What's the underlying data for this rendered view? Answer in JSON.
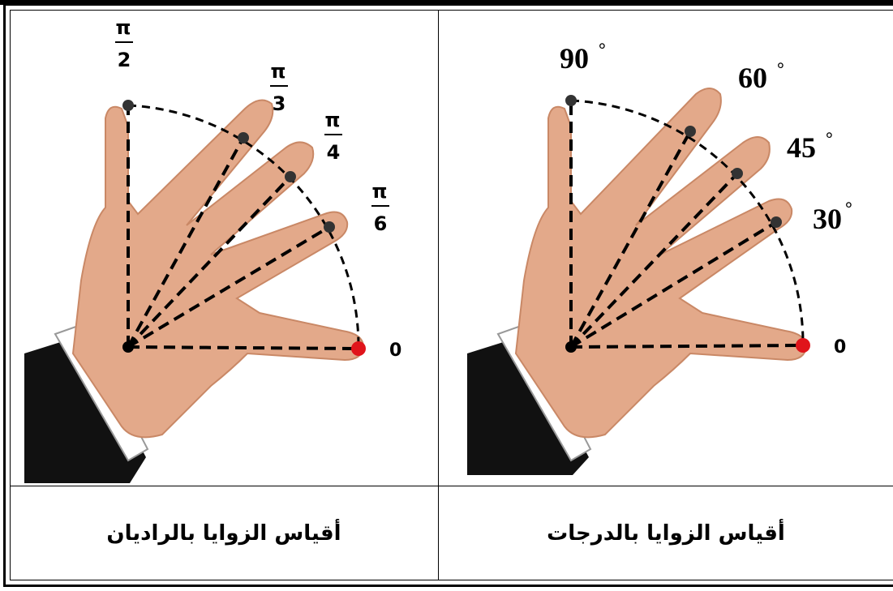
{
  "radian_panel": {
    "caption": "أقياس الزوايا بالراديان",
    "labels": [
      {
        "num": "π",
        "den": "2"
      },
      {
        "num": "π",
        "den": "3"
      },
      {
        "num": "π",
        "den": "4"
      },
      {
        "num": "π",
        "den": "6"
      }
    ],
    "zero": "0"
  },
  "degree_panel": {
    "caption": "أقياس الزوايا بالدرجات",
    "labels": [
      "90",
      "60",
      "45",
      "30"
    ],
    "degree_symbol": "°",
    "zero": "0"
  },
  "colors": {
    "skin": "#E3A98A",
    "skin_shadow": "#C98866",
    "sleeve": "#111111",
    "cuff": "#FFFFFF",
    "dot": "#333333",
    "origin_dot": "#E0141B"
  }
}
